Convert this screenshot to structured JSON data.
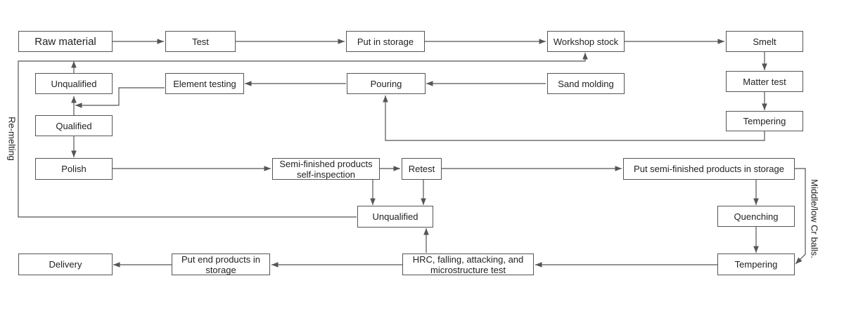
{
  "nodes": {
    "raw_material": "Raw material",
    "test": "Test",
    "put_in_storage": "Put in storage",
    "workshop_stock": "Workshop stock",
    "smelt": "Smelt",
    "unqualified_top": "Unqualified",
    "element_testing": "Element testing",
    "pouring": "Pouring",
    "sand_molding": "Sand molding",
    "matter_test": "Matter test",
    "qualified": "Qualified",
    "tempering_top": "Tempering",
    "polish": "Polish",
    "semi_inspection_line1": "Semi-finished products",
    "semi_inspection_line2": "self-inspection",
    "retest": "Retest",
    "put_semi_storage": "Put semi-finished products  in storage",
    "unqualified_mid": "Unqualified",
    "quenching": "Quenching",
    "delivery": "Delivery",
    "put_end_line1": "Put end products in",
    "put_end_line2": "storage",
    "hrc_test_line1": "HRC, falling, attacking, and",
    "hrc_test_line2": "microstructure test",
    "tempering_bottom": "Tempering"
  },
  "labels": {
    "re_melting": "Re-melting",
    "middle_low_cr": "Middle/low Cr balls."
  }
}
